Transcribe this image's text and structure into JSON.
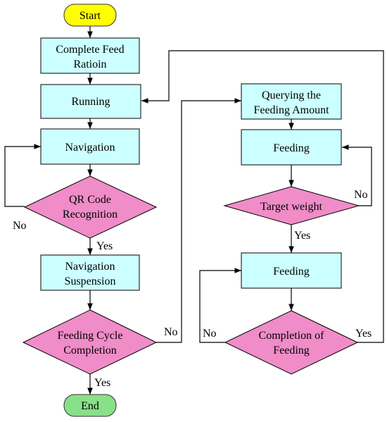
{
  "flowchart": {
    "start": "Start",
    "end": "End",
    "complete_feed_ration": [
      "Complete Feed",
      "Ratioin"
    ],
    "running": "Running",
    "navigation": "Navigation",
    "qr_code_recognition": [
      "QR Code",
      "Recognition"
    ],
    "navigation_suspension": [
      "Navigation",
      "Suspension"
    ],
    "feeding_cycle_completion": [
      "Feeding Cycle",
      "Completion"
    ],
    "querying_feeding_amount": [
      "Querying the",
      "Feeding Amount"
    ],
    "feeding_1": "Feeding",
    "target_weight": "Target weight",
    "feeding_2": "Feeding",
    "completion_of_feeding": [
      "Completion of",
      "Feeding"
    ],
    "edge_labels": {
      "qr_no": "No",
      "qr_yes": "Yes",
      "cycle_no": "No",
      "cycle_yes": "Yes",
      "target_no": "No",
      "target_yes": "Yes",
      "completion_no": "No",
      "completion_yes": "Yes"
    }
  },
  "colors": {
    "process_fill": "#ccffff",
    "decision_fill": "#f08cc8",
    "start_fill": "#ffff00",
    "end_fill": "#88e088"
  }
}
